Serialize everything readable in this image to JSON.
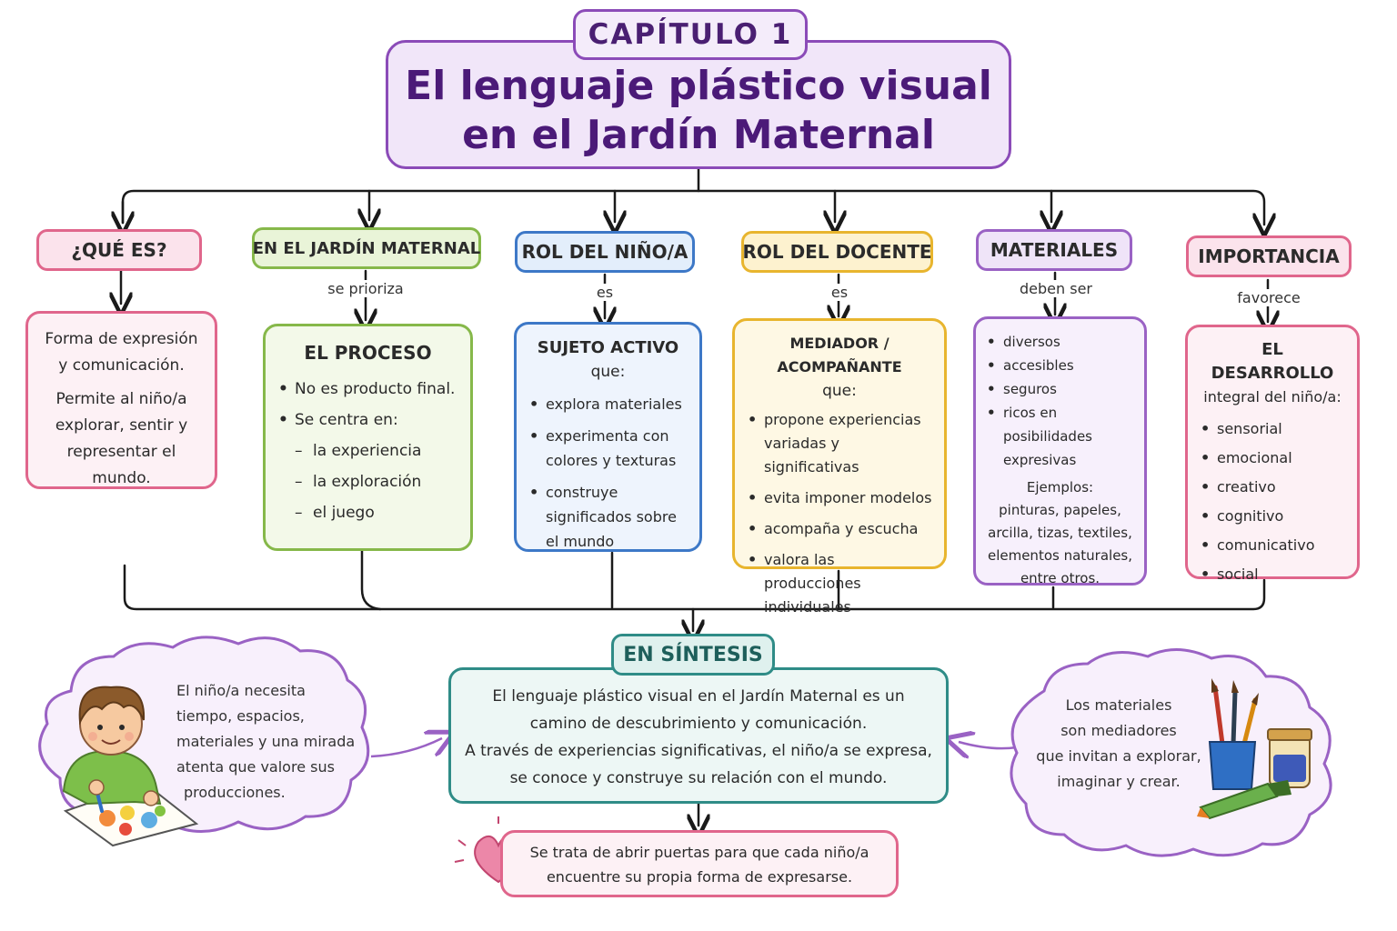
{
  "header": {
    "chapter": "CAPÍTULO 1",
    "title_line1": "El lenguaje plástico visual",
    "title_line2": "en el Jardín Maternal"
  },
  "colors": {
    "purple": "#8b4bb8",
    "pink": "#e0668c",
    "green": "#86b84a",
    "blue": "#3d78c7",
    "yellow": "#e8b52e",
    "violet": "#9a62c4",
    "teal": "#2f8c87"
  },
  "branches": {
    "que_es": {
      "header": "¿QUÉ ES?",
      "lines": [
        "Forma de expresión",
        "y comunicación.",
        "Permite al niño/a",
        "explorar, sentir y",
        "representar el mundo."
      ]
    },
    "jardin": {
      "header": "EN EL JARDÍN MATERNAL",
      "connector": "se prioriza",
      "title": "EL PROCESO",
      "item1": "No es producto final.",
      "item2": "Se centra en:",
      "sub": [
        "la experiencia",
        "la exploración",
        "el juego"
      ]
    },
    "rol_nino": {
      "header": "ROL DEL NIÑO/A",
      "connector": "es",
      "title": "SUJETO ACTIVO",
      "subtitle": "que:",
      "items": [
        "explora materiales",
        "experimenta con colores y texturas",
        "construye significados sobre el mundo"
      ]
    },
    "rol_docente": {
      "header": "ROL DEL DOCENTE",
      "connector": "es",
      "title": "MEDIADOR / ACOMPAÑANTE",
      "subtitle": "que:",
      "items": [
        "propone experiencias variadas y significativas",
        "evita imponer modelos",
        "acompaña y escucha",
        "valora las producciones individuales"
      ]
    },
    "materiales": {
      "header": "MATERIALES",
      "connector": "deben ser",
      "items": [
        "diversos",
        "accesibles",
        "seguros",
        "ricos en posibilidades expresivas"
      ],
      "examples_title": "Ejemplos:",
      "examples": [
        "pinturas, papeles,",
        "arcilla, tizas, textiles,",
        "elementos naturales,",
        "entre otros."
      ]
    },
    "importancia": {
      "header": "IMPORTANCIA",
      "connector": "favorece",
      "title": "EL DESARROLLO",
      "subtitle": "integral del niño/a:",
      "items": [
        "sensorial",
        "emocional",
        "creativo",
        "cognitivo",
        "comunicativo",
        "social"
      ]
    }
  },
  "synthesis": {
    "header": "EN SÍNTESIS",
    "lines": [
      "El lenguaje plástico visual en el Jardín Maternal es un",
      "camino de descubrimiento y comunicación.",
      "A través de experiencias significativas, el niño/a se expresa,",
      "se conoce y construye su relación con el mundo."
    ]
  },
  "left_cloud": {
    "lines": [
      "El niño/a necesita",
      "tiempo, espacios,",
      "materiales y una mirada",
      "atenta que valore sus",
      "producciones."
    ]
  },
  "right_cloud": {
    "lines": [
      "Los materiales",
      "son mediadores",
      "que invitan a explorar,",
      "imaginar y crear."
    ]
  },
  "closing": {
    "line1": "Se trata de abrir puertas para que cada niño/a",
    "line2": "encuentre su propia forma de expresarse."
  },
  "icons": {
    "heart": "heart-icon",
    "child": "child-drawing-icon",
    "art_supplies": "art-supplies-icon"
  }
}
